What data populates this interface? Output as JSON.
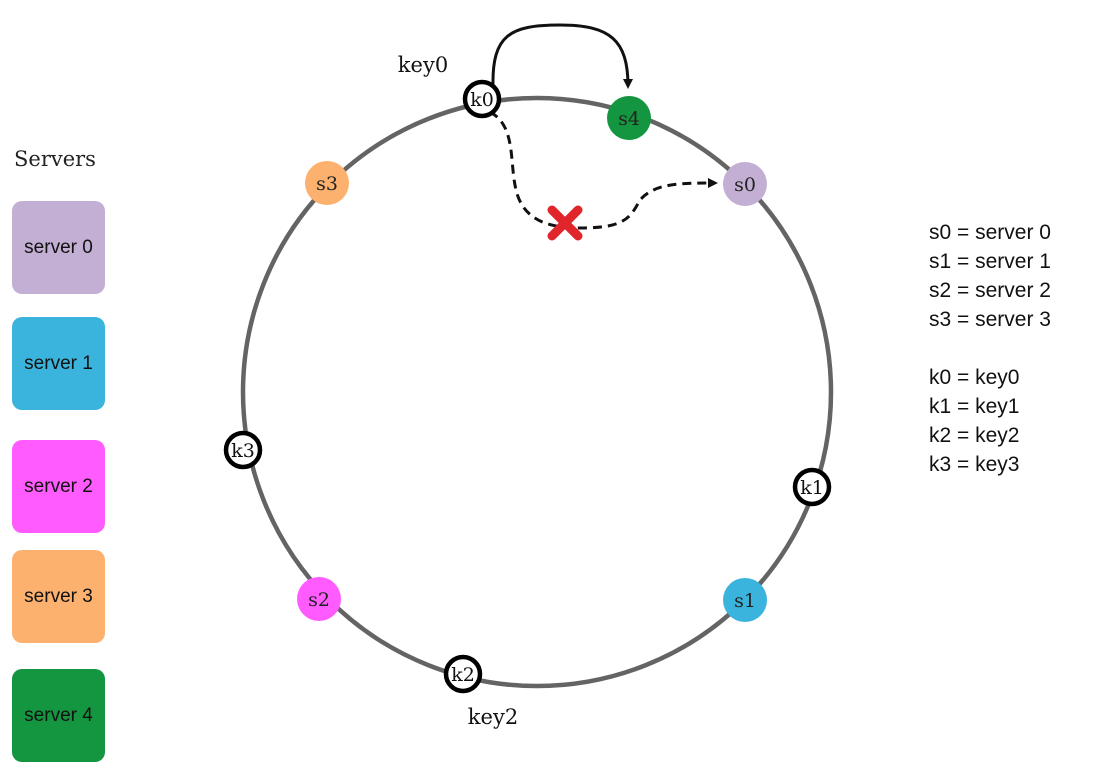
{
  "servers_panel": {
    "title": "Servers",
    "boxes": [
      {
        "label": "server 0",
        "color": "#c3aed4"
      },
      {
        "label": "server 1",
        "color": "#3ab4dc"
      },
      {
        "label": "server 2",
        "color": "#ff5bff"
      },
      {
        "label": "server 3",
        "color": "#fdb16f"
      },
      {
        "label": "server 4",
        "color": "#13963f"
      }
    ]
  },
  "ring": {
    "stroke_color": "#646464",
    "server_nodes": [
      {
        "label": "s0",
        "color": "#c3aed4",
        "text_color": "#222222"
      },
      {
        "label": "s1",
        "color": "#3ab4dc",
        "text_color": "#222222"
      },
      {
        "label": "s2",
        "color": "#ff5bff",
        "text_color": "#222222"
      },
      {
        "label": "s3",
        "color": "#fdb16f",
        "text_color": "#222222"
      },
      {
        "label": "s4",
        "color": "#13963f",
        "text_color": "#222222"
      }
    ],
    "key_nodes": [
      {
        "label": "k0"
      },
      {
        "label": "k1"
      },
      {
        "label": "k2"
      },
      {
        "label": "k3"
      }
    ],
    "key_captions": {
      "key0": "key0",
      "key2": "key2"
    },
    "removed_marker": {
      "color": "#e0262b",
      "icon": "x-mark-icon"
    }
  },
  "legend": {
    "server_lines": [
      "s0 = server 0",
      "s1 = server 1",
      "s2 = server 2",
      "s3 = server 3"
    ],
    "key_lines": [
      "k0 = key0",
      "k1 = key1",
      "k2 = key2",
      "k3 = key3"
    ]
  }
}
